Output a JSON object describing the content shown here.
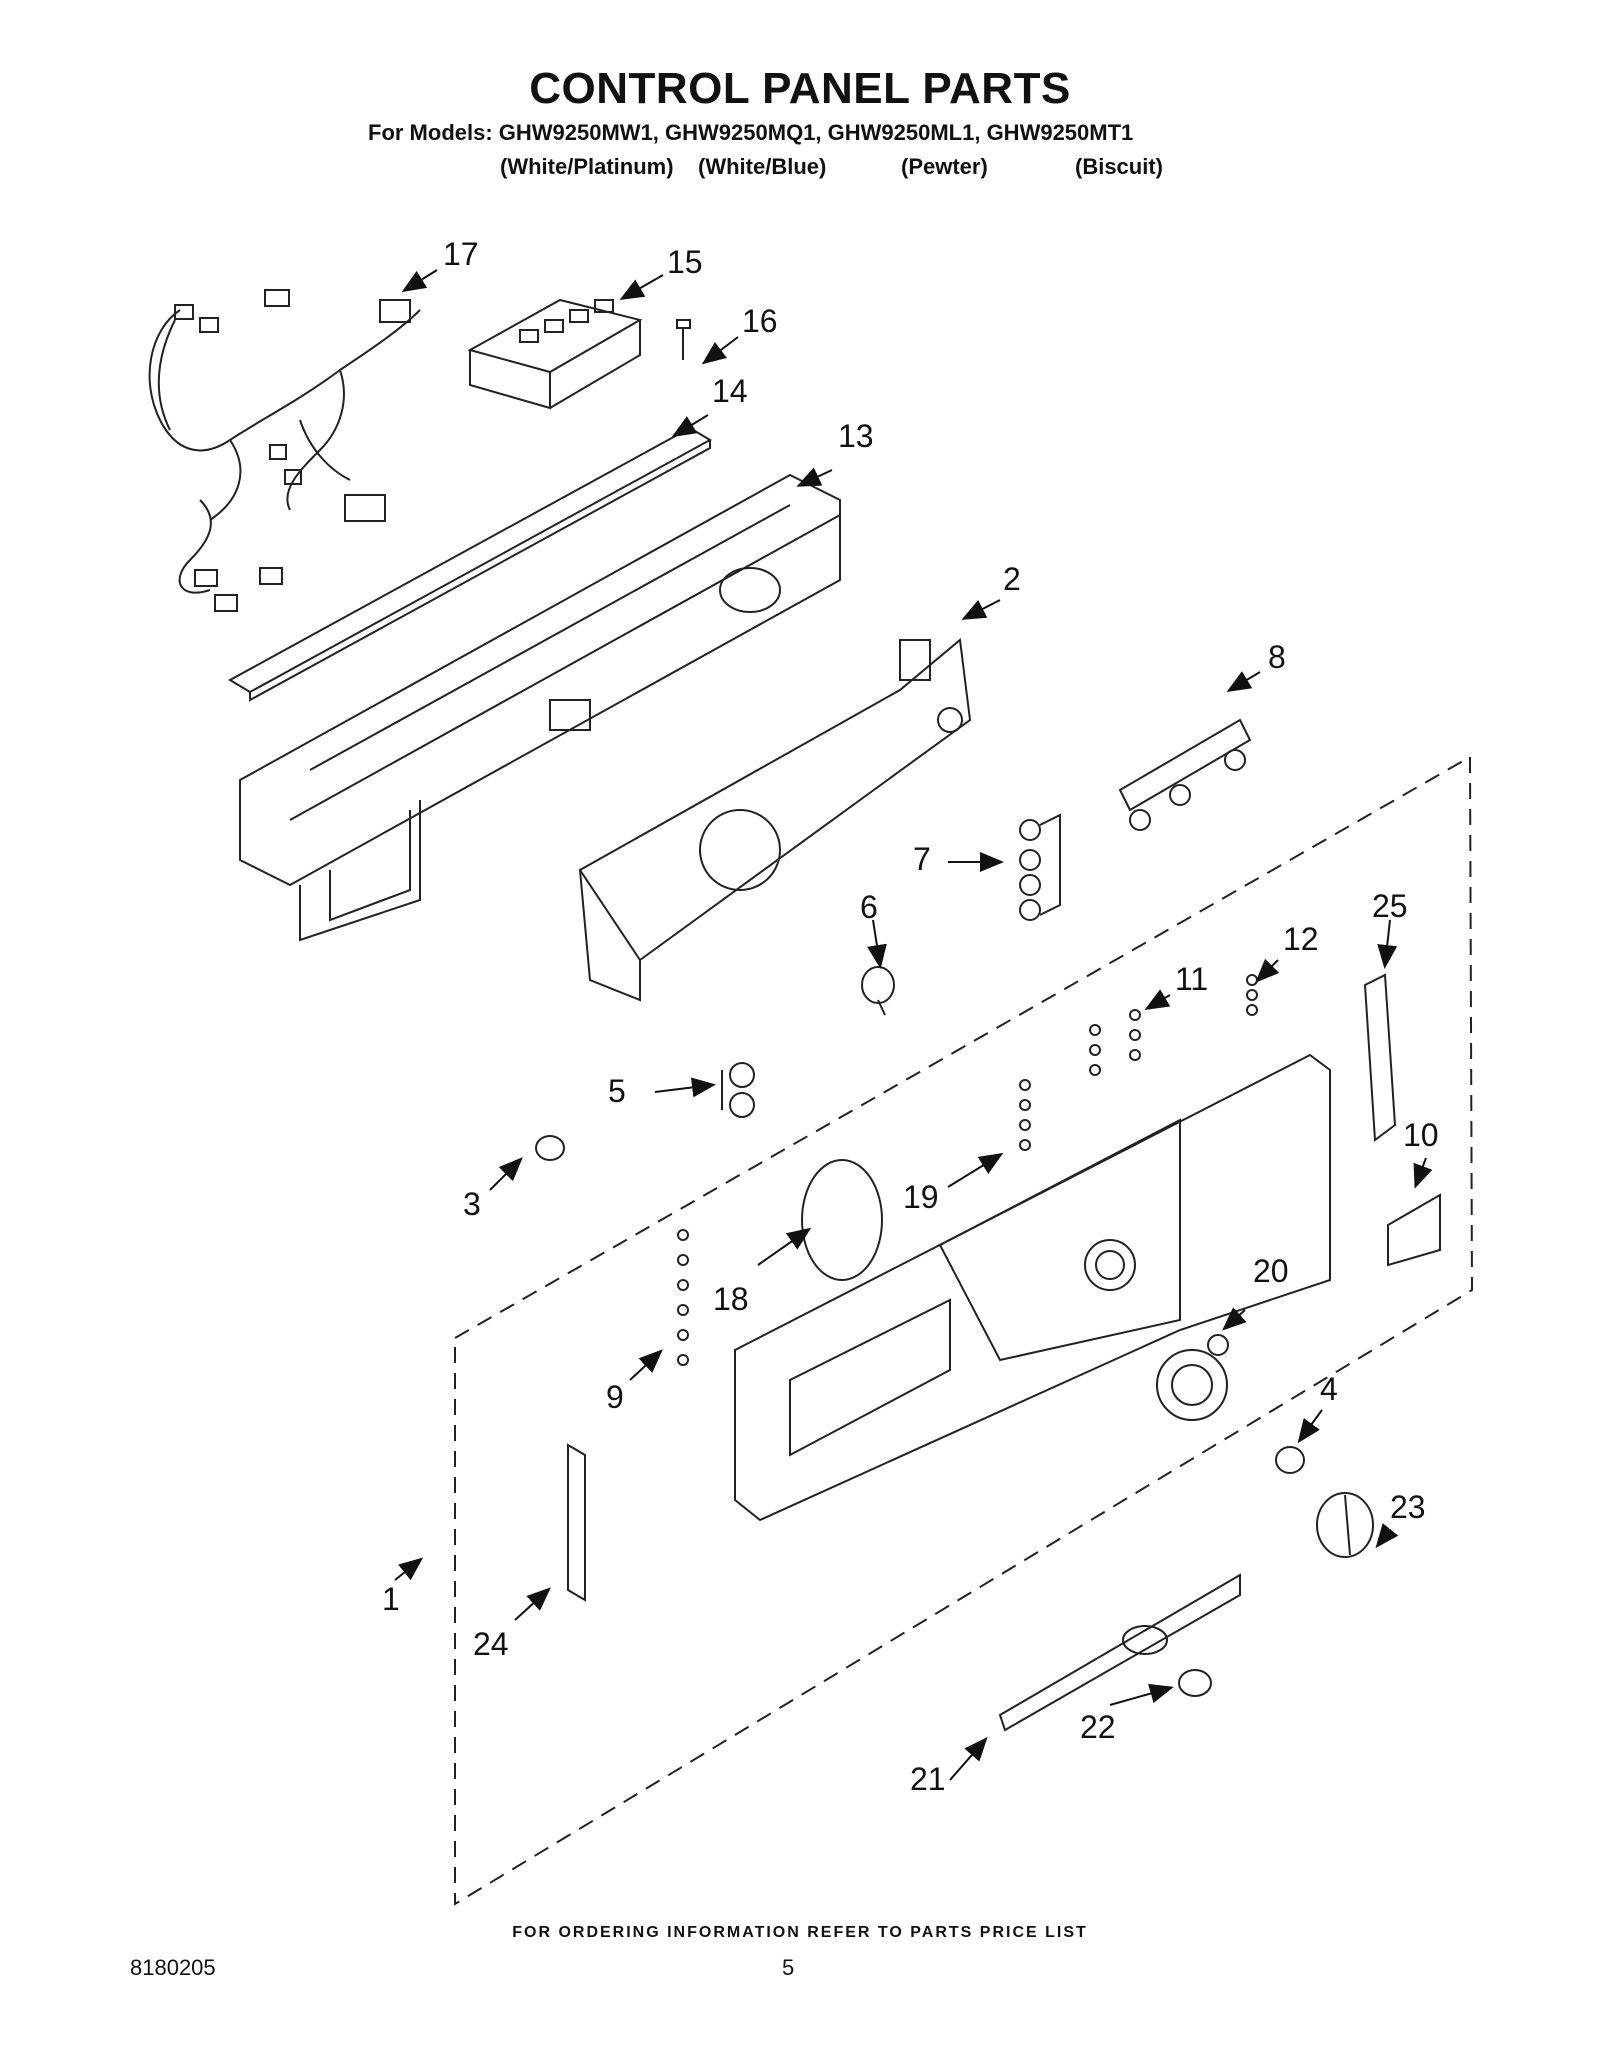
{
  "header": {
    "title": "CONTROL PANEL PARTS",
    "models_line": "For Models: GHW9250MW1, GHW9250MQ1, GHW9250ML1, GHW9250MT1",
    "colors": [
      "(White/Platinum)",
      "(White/Blue)",
      "(Pewter)",
      "(Biscuit)"
    ]
  },
  "callouts": [
    "17",
    "15",
    "16",
    "14",
    "13",
    "2",
    "8",
    "7",
    "6",
    "12",
    "25",
    "11",
    "5",
    "10",
    "3",
    "19",
    "20",
    "18",
    "9",
    "4",
    "23",
    "1",
    "24",
    "22",
    "21"
  ],
  "footer": {
    "note": "FOR ORDERING INFORMATION REFER TO PARTS PRICE LIST",
    "doc_number": "8180205",
    "page_number": "5"
  }
}
